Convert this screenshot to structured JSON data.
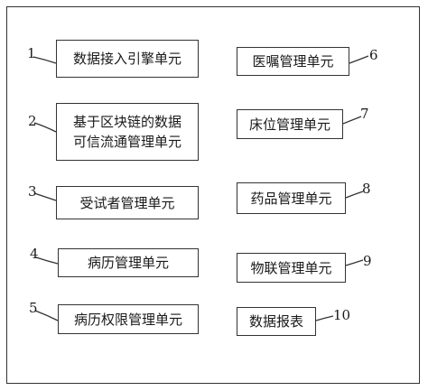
{
  "diagram": {
    "units": [
      {
        "id": "1",
        "label": "数据接入引擎单元"
      },
      {
        "id": "2",
        "label_line1": "基于区块链的数据",
        "label_line2": "可信流通管理单元"
      },
      {
        "id": "3",
        "label": "受试者管理单元"
      },
      {
        "id": "4",
        "label": "病历管理单元"
      },
      {
        "id": "5",
        "label": "病历权限管理单元"
      },
      {
        "id": "6",
        "label": "医嘱管理单元"
      },
      {
        "id": "7",
        "label": "床位管理单元"
      },
      {
        "id": "8",
        "label": "药品管理单元"
      },
      {
        "id": "9",
        "label": "物联管理单元"
      },
      {
        "id": "10",
        "label": "数据报表"
      }
    ]
  }
}
